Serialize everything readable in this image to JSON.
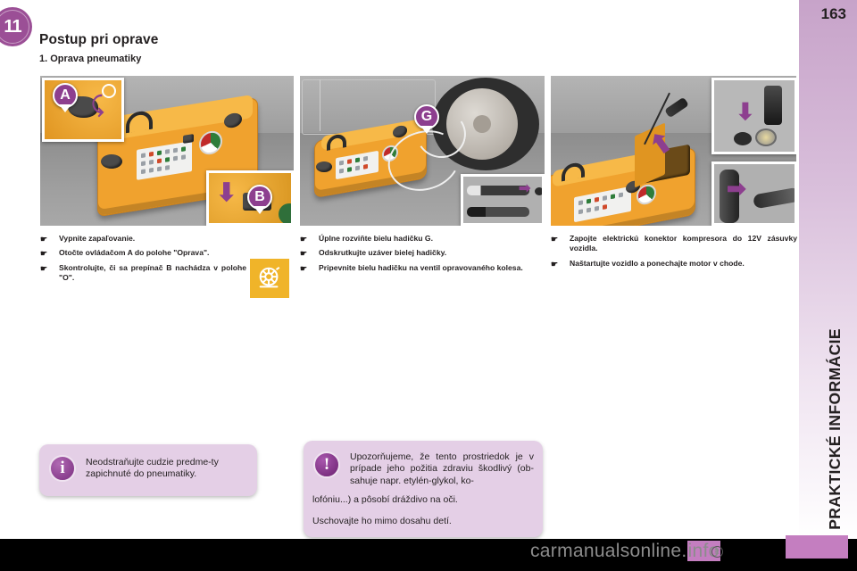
{
  "chapter": {
    "number": "11"
  },
  "headings": {
    "title": "Postup pri oprave",
    "subtitle": "1. Oprava pneumatiky"
  },
  "figures": [
    {
      "name": "compressor-control-dial",
      "callouts": [
        "A",
        "B"
      ]
    },
    {
      "name": "white-hose-to-wheel-valve",
      "callouts": [
        "G"
      ]
    },
    {
      "name": "power-connector-12v-socket",
      "callouts": []
    }
  ],
  "columns": [
    {
      "id": "col-1",
      "bullets": [
        "Vypnite zapaľovanie.",
        "Otočte ovládačom A do polohe \"Oprava\".",
        "Skontrolujte, či sa prepínač B nachádza v polohe \"O\"."
      ],
      "icon": "tyre-repair-icon"
    },
    {
      "id": "col-2",
      "bullets": [
        "Úplne rozviňte bielu hadičku G.",
        "Odskrutkujte uzáver bielej hadičky.",
        "Pripevnite bielu hadičku na ventil opravovaného kolesa."
      ]
    },
    {
      "id": "col-3",
      "bullets": [
        "Zapojte elektrickú konektor kompresora do 12V zásuvky vozidla.",
        "Naštartujte vozidlo a ponechajte motor v chode."
      ]
    }
  ],
  "bullet_glyph": "☛",
  "info_box": {
    "icon": "i",
    "text": "Neodstraňujte cudzie predme-ty zapichnuté do pneumatiky."
  },
  "warning_box": {
    "icon": "!",
    "line1": "Upozorňujeme, že tento prostriedok je v prípade jeho požitia zdraviu škodlivý (ob-sahuje napr. etylén-glykol, ko-",
    "line2": "lofóniu...) a pôsobí dráždivo na oči.",
    "line3": "Uschovajte ho mimo dosahu detí."
  },
  "side_tab": {
    "label": "PRAKTICKÉ INFORMÁCIE"
  },
  "footer": {
    "page_number": "163",
    "watermark_plain": "carmanualsonline",
    "watermark_dot": ".",
    "watermark_highlight": "info",
    "watermark_mark": "R"
  },
  "colors": {
    "accent_purple": "#8d3f8f",
    "orange": "#f0a22e",
    "tab_purple": "#c7a3c9",
    "box_lilac": "#e4cfe6",
    "icon_yellow": "#f0b429"
  }
}
